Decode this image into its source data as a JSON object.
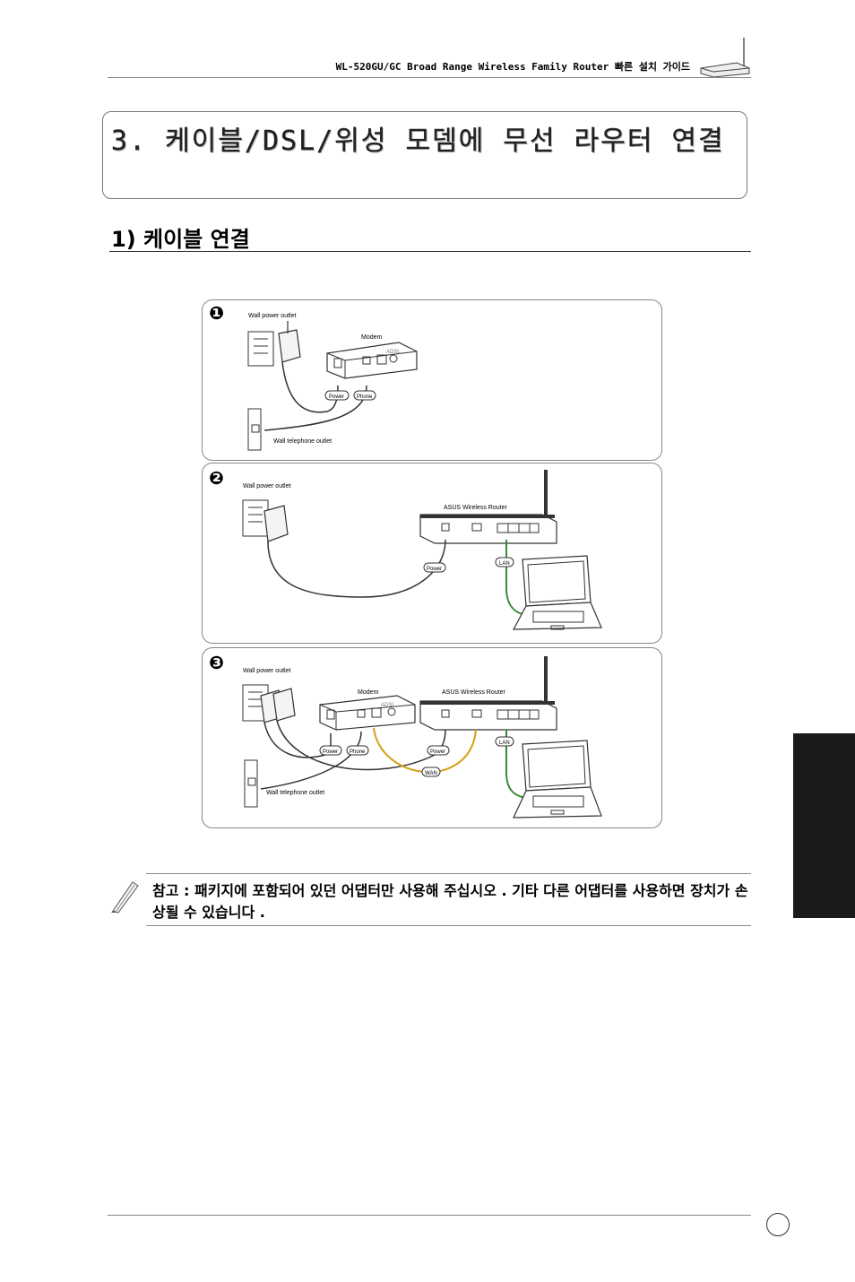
{
  "header": {
    "running_title": "WL-520GU/GC Broad Range Wireless Family Router 빠른 설치 가이드"
  },
  "chapter": {
    "title": "3. 케이블/DSL/위성 모뎀에 무선 라우터 연결"
  },
  "section": {
    "title": "1) 케이블 연결"
  },
  "diagram": {
    "steps": [
      {
        "number": "❶",
        "labels": {
          "wall_power": "Wall power outlet",
          "modem": "Modem",
          "adsl": "ADSL",
          "power": "Power",
          "phone": "Phone",
          "wall_phone": "Wall telephone outlet"
        }
      },
      {
        "number": "❷",
        "labels": {
          "wall_power": "Wall power outlet",
          "router": "ASUS Wireless Router",
          "power": "Power",
          "lan": "LAN"
        }
      },
      {
        "number": "❸",
        "labels": {
          "wall_power": "Wall power outlet",
          "modem": "Modem",
          "adsl": "ADSL",
          "router": "ASUS Wireless Router",
          "power_modem": "Power",
          "phone": "Phone",
          "power_router": "Power",
          "wan": "WAN",
          "lan": "LAN",
          "wall_phone": "Wall telephone outlet"
        }
      }
    ],
    "colors": {
      "lan_cable": "#3a8a3a",
      "wan_cable": "#d4a017",
      "line": "#333333"
    }
  },
  "note": {
    "text": "참고 : 패키지에 포함되어 있던 어댑터만 사용해 주십시오 . 기타 다른 어댑터를 사용하면 장치가 손상될 수 있습니다 ."
  }
}
